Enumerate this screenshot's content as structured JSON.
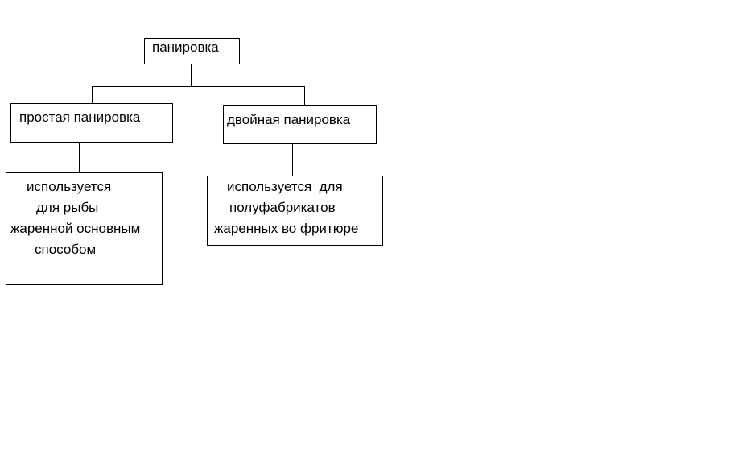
{
  "diagram": {
    "root": {
      "label": "панировка"
    },
    "branches": [
      {
        "label": "простая панировка",
        "description": [
          "используется",
          "для рыбы",
          "жаренной основным",
          "способом"
        ]
      },
      {
        "label": "двойная панировка",
        "description": [
          "используется  для",
          "полуфабрикатов",
          "жаренных во фритюре"
        ]
      }
    ]
  }
}
